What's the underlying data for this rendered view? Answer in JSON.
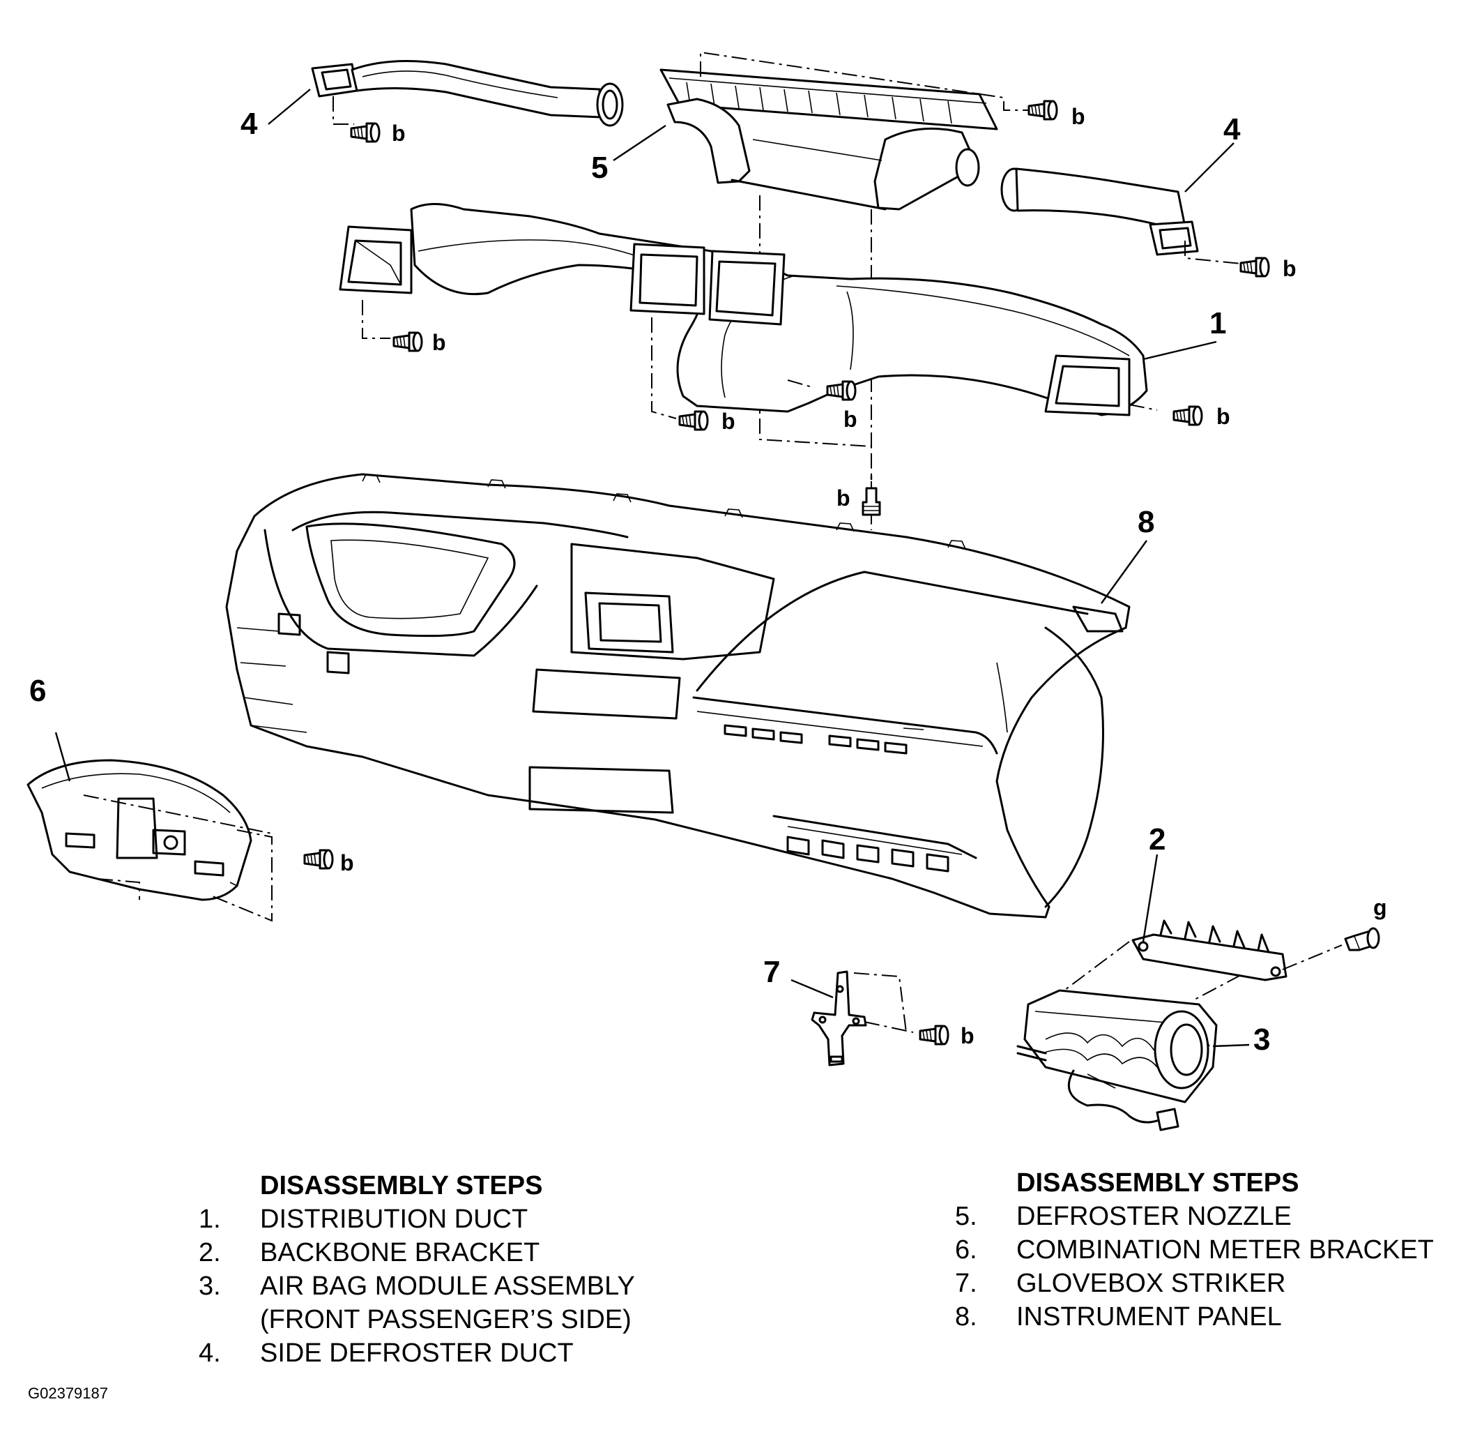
{
  "callouts": {
    "c1": "1",
    "c2": "2",
    "c3": "3",
    "c4a": "4",
    "c4b": "4",
    "c5": "5",
    "c6": "6",
    "c7": "7",
    "c8": "8"
  },
  "fasteners": {
    "bolt_b": "b",
    "bolt_g": "g"
  },
  "legend_left": {
    "heading": "DISASSEMBLY STEPS",
    "items": [
      {
        "num": "1.",
        "text": "DISTRIBUTION DUCT"
      },
      {
        "num": "2.",
        "text": "BACKBONE BRACKET"
      },
      {
        "num": "3.",
        "text": "AIR BAG MODULE ASSEMBLY"
      },
      {
        "num": "",
        "text": "(FRONT PASSENGER’S SIDE)"
      },
      {
        "num": "4.",
        "text": "SIDE DEFROSTER DUCT"
      }
    ]
  },
  "legend_right": {
    "heading": "DISASSEMBLY STEPS",
    "items": [
      {
        "num": "5.",
        "text": "DEFROSTER NOZZLE"
      },
      {
        "num": "6.",
        "text": "COMBINATION METER BRACKET"
      },
      {
        "num": "7.",
        "text": "GLOVEBOX STRIKER"
      },
      {
        "num": "8.",
        "text": "INSTRUMENT PANEL"
      }
    ]
  },
  "figure_id": "G02379187"
}
